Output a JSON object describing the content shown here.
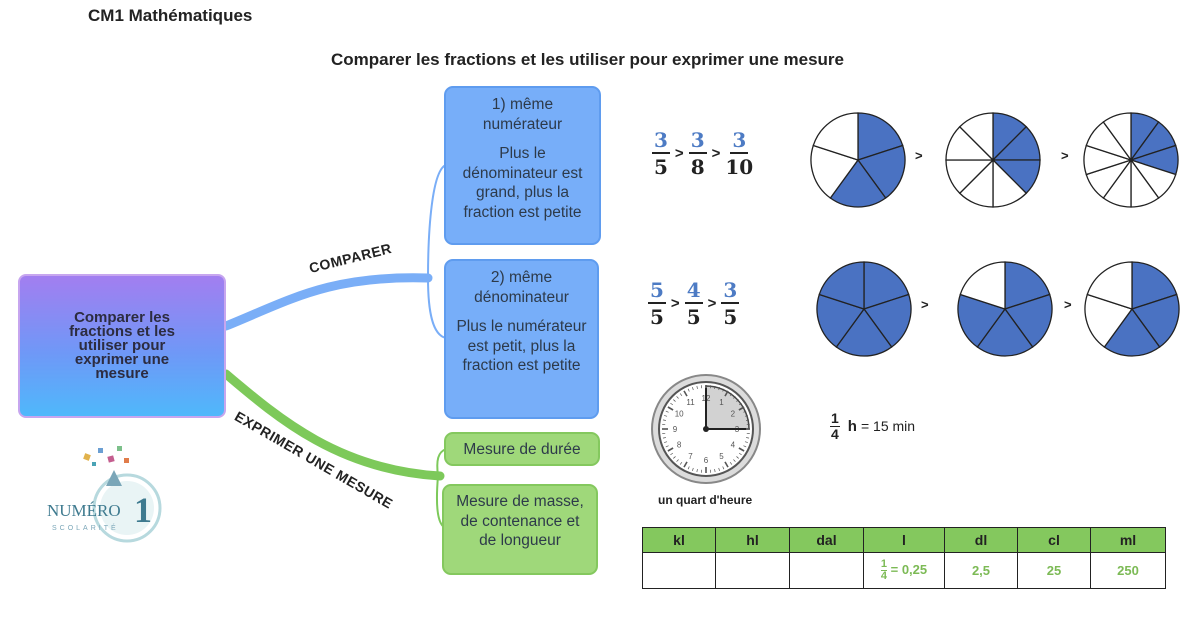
{
  "header": {
    "title": "CM1 Mathématiques"
  },
  "main_title": "Comparer les fractions et les utiliser pour exprimer une mesure",
  "central_node": {
    "text": "Comparer les fractions et les utiliser pour exprimer une mesure"
  },
  "branches": {
    "compare": {
      "label": "COMPARER",
      "nodes": [
        {
          "title": "1) même numérateur",
          "body": "Plus le dénominateur est grand, plus la fraction est petite"
        },
        {
          "title": "2) même dénominateur",
          "body": "Plus le numérateur est petit, plus la fraction est petite"
        }
      ]
    },
    "measure": {
      "label": "EXPRIMER UNE MESURE",
      "nodes": [
        {
          "text": "Mesure de durée"
        },
        {
          "text": "Mesure de masse, de contenance et de longueur"
        }
      ]
    }
  },
  "examples": {
    "row1": {
      "fractions": [
        {
          "n": "3",
          "d": "5"
        },
        {
          "n": "3",
          "d": "8"
        },
        {
          "n": "3",
          "d": "10"
        }
      ],
      "symbol": ">"
    },
    "row2": {
      "fractions": [
        {
          "n": "5",
          "d": "5"
        },
        {
          "n": "4",
          "d": "5"
        },
        {
          "n": "3",
          "d": "5"
        }
      ],
      "symbol": ">"
    },
    "fill_color": "#4a72c2"
  },
  "clock": {
    "caption": "un quart d'heure",
    "numbers": [
      "12",
      "1",
      "2",
      "3",
      "4",
      "5",
      "6",
      "7",
      "8",
      "9",
      "10",
      "11"
    ],
    "equation": {
      "n": "1",
      "d": "4",
      "h": "h",
      "rest": "= 15 min"
    }
  },
  "units_table": {
    "headers": [
      "kl",
      "hl",
      "dal",
      "l",
      "dl",
      "cl",
      "ml"
    ],
    "row": [
      "",
      "",
      "",
      "= 0,25",
      "2,5",
      "25",
      "250"
    ],
    "l_frac": {
      "n": "1",
      "d": "4"
    }
  },
  "logo": {
    "text_main": "NUMÉRO",
    "text_digit": "1",
    "text_sub": "SCOLARITÉ"
  },
  "colors": {
    "blue_branch": "#7aaef7",
    "green_branch": "#7dc95a",
    "blue_node": "#77aef9",
    "green_node": "#9fd87a"
  }
}
